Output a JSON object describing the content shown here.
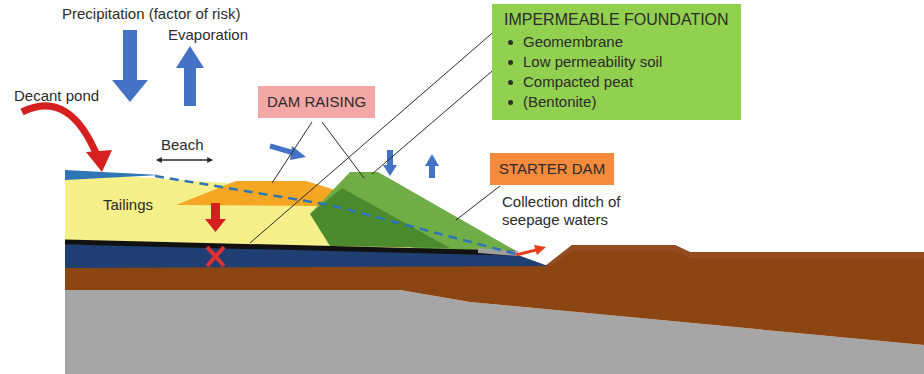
{
  "diagram": {
    "nodes": [
      {
        "text": [
          "DAM RAISING"
        ]
      },
      {
        "text": [
          "IMPERMEABLE FOUNDATION",
          "Geomembrane",
          "Low permeability soil",
          "Compacted peat",
          "(Bentonite)"
        ]
      },
      {
        "text": [
          "STARTER DAM"
        ]
      }
    ],
    "labels": [
      "Precipitation (factor of risk)",
      "Evaporation",
      "Decant pond",
      "Beach",
      "Tailings",
      "Collection ditch of seepage waters"
    ]
  }
}
